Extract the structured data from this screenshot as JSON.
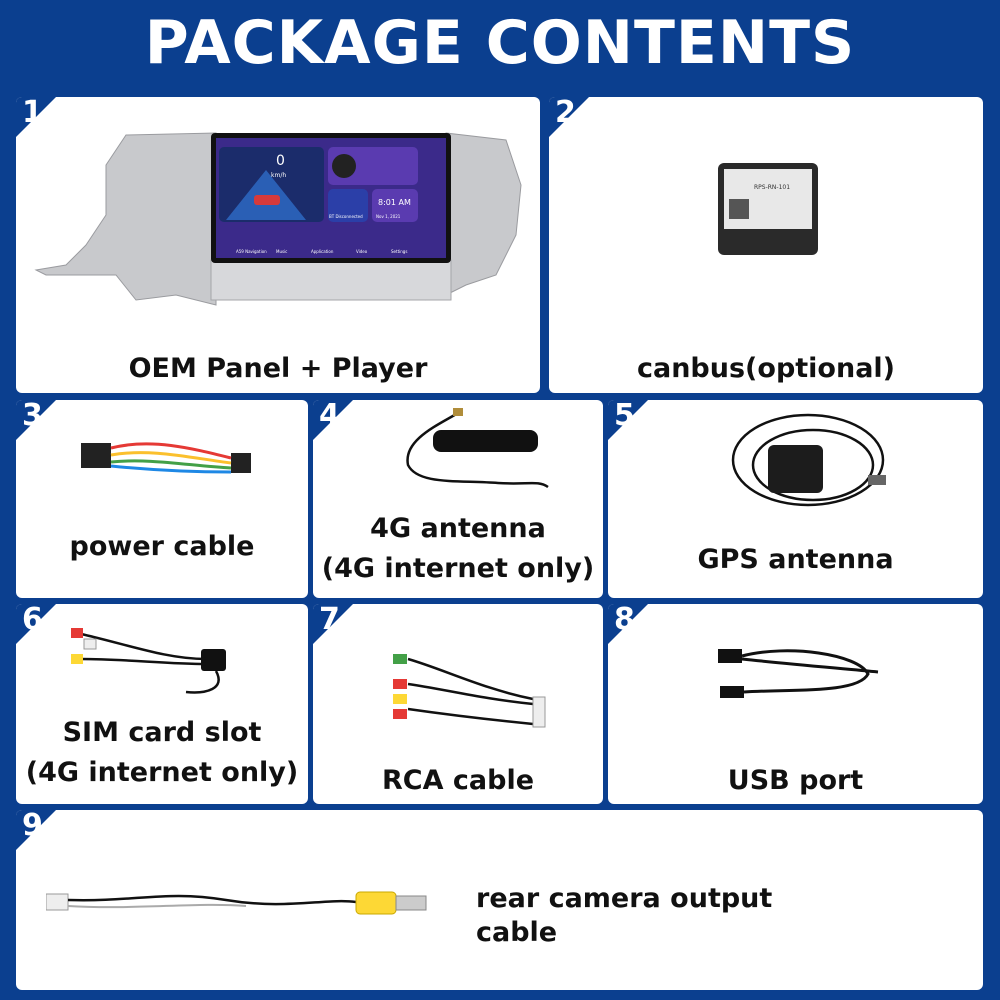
{
  "title": "PACKAGE CONTENTS",
  "items": [
    {
      "num": "1",
      "label": "OEM Panel + Player",
      "icon": "oem-panel-player-image"
    },
    {
      "num": "2",
      "label": "canbus(optional)",
      "icon": "canbus-box-image"
    },
    {
      "num": "3",
      "label": "power cable",
      "icon": "power-cable-image"
    },
    {
      "num": "4",
      "label_lines": [
        "4G antenna",
        "(4G internet only)"
      ],
      "icon": "4g-antenna-image"
    },
    {
      "num": "5",
      "label": "GPS antenna",
      "icon": "gps-antenna-image"
    },
    {
      "num": "6",
      "label_lines": [
        "SIM card slot",
        "(4G internet only)"
      ],
      "icon": "sim-card-cable-image"
    },
    {
      "num": "7",
      "label": "RCA cable",
      "icon": "rca-cable-image"
    },
    {
      "num": "8",
      "label": "USB port",
      "icon": "usb-cable-image"
    },
    {
      "num": "9",
      "label": "rear camera output cable",
      "icon": "rear-camera-cable-image"
    }
  ],
  "screen": {
    "speed": "0",
    "speed_unit": "km/h",
    "time": "8:01 AM",
    "date": "Nov 1, 2021",
    "bt_status": "BT Disconnected",
    "apps": [
      "A59 Navigation",
      "Music",
      "Application",
      "Video",
      "Settings"
    ]
  },
  "colors": {
    "brand_blue": "#0b3f8f",
    "card": "#ffffff",
    "text": "#111111"
  }
}
